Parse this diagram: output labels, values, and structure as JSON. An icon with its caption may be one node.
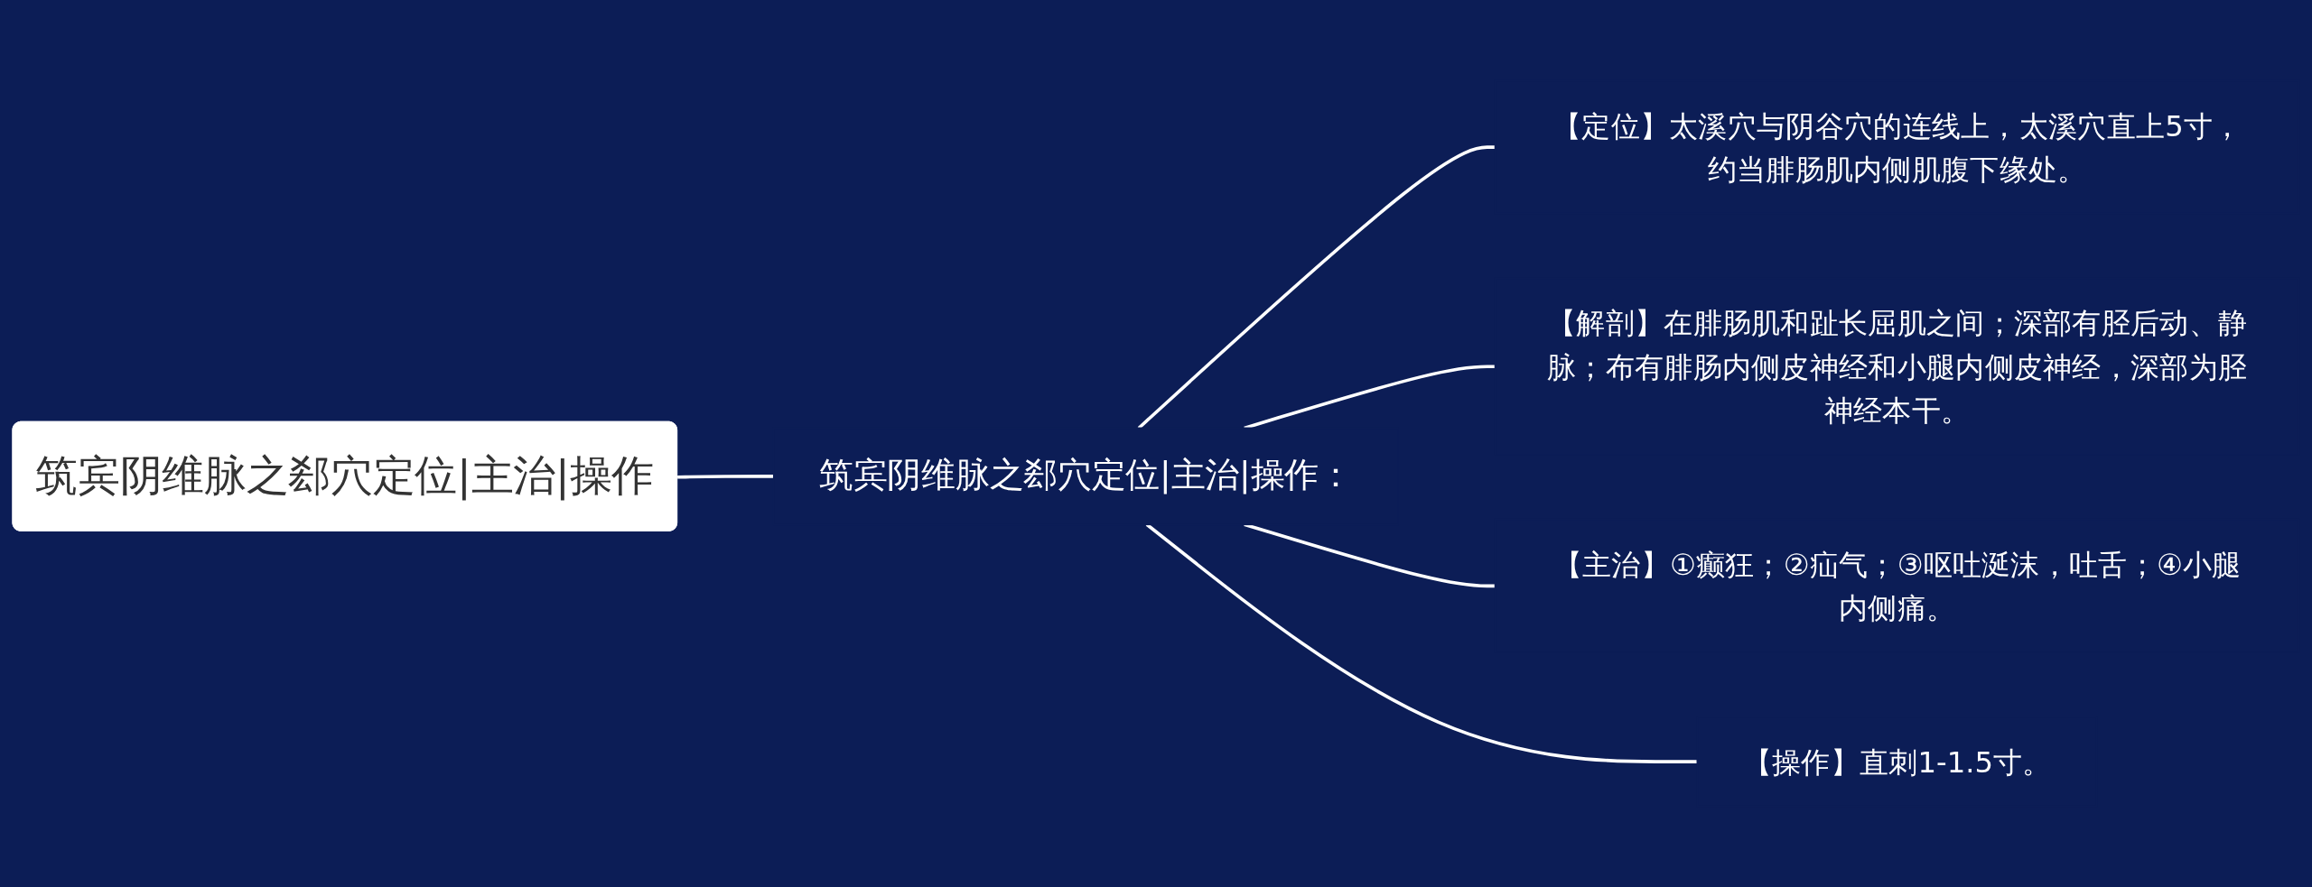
{
  "diagram": {
    "nodes": [
      {
        "text": [
          "筑宾阴维脉之郄穴定位|主治|操作"
        ]
      },
      {
        "text": [
          "筑宾阴维脉之郄穴定位|主治|操作："
        ]
      },
      {
        "text": [
          "【定位】太溪穴与阴谷穴的连线上，太溪穴直上5寸，约当腓肠肌内侧肌腹下缘处。"
        ]
      },
      {
        "text": [
          "【解剖】在腓肠肌和趾长屈肌之间；深部有胫后动、静脉；布有腓肠内侧皮神经和小腿内侧皮神经，深部为胫神经本干。"
        ]
      },
      {
        "text": [
          "【主治】①癫狂；②疝气；③呕吐涎沫，吐舌；④小腿内侧痛。"
        ]
      },
      {
        "text": [
          "【操作】直刺1-1.5寸。"
        ]
      }
    ],
    "edges": [
      {
        "from": 0,
        "to": 1,
        "arrow": "none"
      },
      {
        "from": 1,
        "to": 2,
        "arrow": "none"
      },
      {
        "from": 1,
        "to": 3,
        "arrow": "none"
      },
      {
        "from": 1,
        "to": 4,
        "arrow": "none"
      },
      {
        "from": 1,
        "to": 5,
        "arrow": "none"
      }
    ]
  }
}
